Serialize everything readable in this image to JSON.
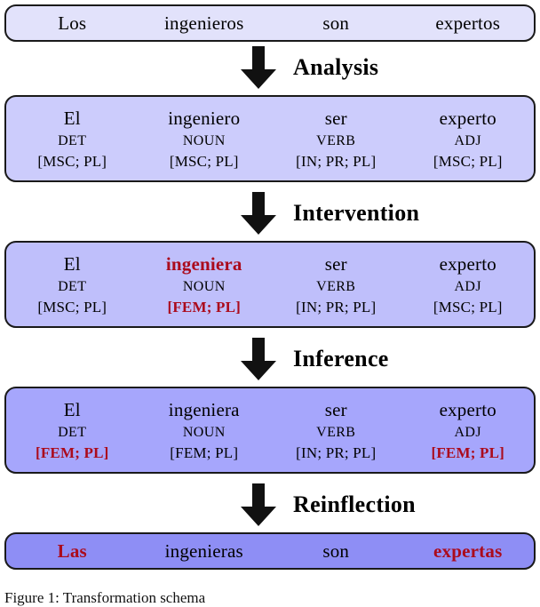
{
  "figure": {
    "caption": "Figure 1:   Transformation schema",
    "colors": {
      "highlight_red": "#ab0b1c",
      "box_1_fill": "#e2e2fb",
      "box_2_fill": "#ccccfc",
      "box_3_fill": "#bfbffb",
      "box_4_fill": "#a6a6fc",
      "box_5_fill": "#8e8ef5",
      "border": "#1a1a1a",
      "arrow": "#111111"
    }
  },
  "boxes": {
    "input_sentence": {
      "name": "input-sentence",
      "fill": "#e2e2fb",
      "tokens": [
        {
          "surface": "Los",
          "highlight": false
        },
        {
          "surface": "ingenieros",
          "highlight": false
        },
        {
          "surface": "son",
          "highlight": false
        },
        {
          "surface": "expertos",
          "highlight": false
        }
      ]
    },
    "analysis": {
      "name": "analysis-output",
      "fill": "#ccccfc",
      "tokens": [
        {
          "lemma": "El",
          "pos": "DET",
          "feats": "[MSC; PL]",
          "lemma_hl": false,
          "feats_hl": false
        },
        {
          "lemma": "ingeniero",
          "pos": "NOUN",
          "feats": "[MSC; PL]",
          "lemma_hl": false,
          "feats_hl": false
        },
        {
          "lemma": "ser",
          "pos": "VERB",
          "feats": "[IN; PR; PL]",
          "lemma_hl": false,
          "feats_hl": false
        },
        {
          "lemma": "experto",
          "pos": "ADJ",
          "feats": "[MSC; PL]",
          "lemma_hl": false,
          "feats_hl": false
        }
      ]
    },
    "intervention": {
      "name": "intervention-output",
      "fill": "#bfbffb",
      "tokens": [
        {
          "lemma": "El",
          "pos": "DET",
          "feats": "[MSC; PL]",
          "lemma_hl": false,
          "feats_hl": false
        },
        {
          "lemma": "ingeniera",
          "pos": "NOUN",
          "feats": "[FEM; PL]",
          "lemma_hl": true,
          "feats_hl": true
        },
        {
          "lemma": "ser",
          "pos": "VERB",
          "feats": "[IN; PR; PL]",
          "lemma_hl": false,
          "feats_hl": false
        },
        {
          "lemma": "experto",
          "pos": "ADJ",
          "feats": "[MSC; PL]",
          "lemma_hl": false,
          "feats_hl": false
        }
      ]
    },
    "inference": {
      "name": "inference-output",
      "fill": "#a6a6fc",
      "tokens": [
        {
          "lemma": "El",
          "pos": "DET",
          "feats": "[FEM; PL]",
          "lemma_hl": false,
          "feats_hl": true
        },
        {
          "lemma": "ingeniera",
          "pos": "NOUN",
          "feats": "[FEM; PL]",
          "lemma_hl": false,
          "feats_hl": false
        },
        {
          "lemma": "ser",
          "pos": "VERB",
          "feats": "[IN; PR; PL]",
          "lemma_hl": false,
          "feats_hl": false
        },
        {
          "lemma": "experto",
          "pos": "ADJ",
          "feats": "[FEM; PL]",
          "lemma_hl": false,
          "feats_hl": true
        }
      ]
    },
    "output_sentence": {
      "name": "output-sentence",
      "fill": "#8e8ef5",
      "tokens": [
        {
          "surface": "Las",
          "highlight": true
        },
        {
          "surface": "ingenieras",
          "highlight": false
        },
        {
          "surface": "son",
          "highlight": false
        },
        {
          "surface": "expertas",
          "highlight": true
        }
      ]
    }
  },
  "stages": [
    {
      "label": "Analysis",
      "icon": "down-arrow-icon"
    },
    {
      "label": "Intervention",
      "icon": "down-arrow-icon"
    },
    {
      "label": "Inference",
      "icon": "down-arrow-icon"
    },
    {
      "label": "Reinflection",
      "icon": "down-arrow-icon"
    }
  ]
}
